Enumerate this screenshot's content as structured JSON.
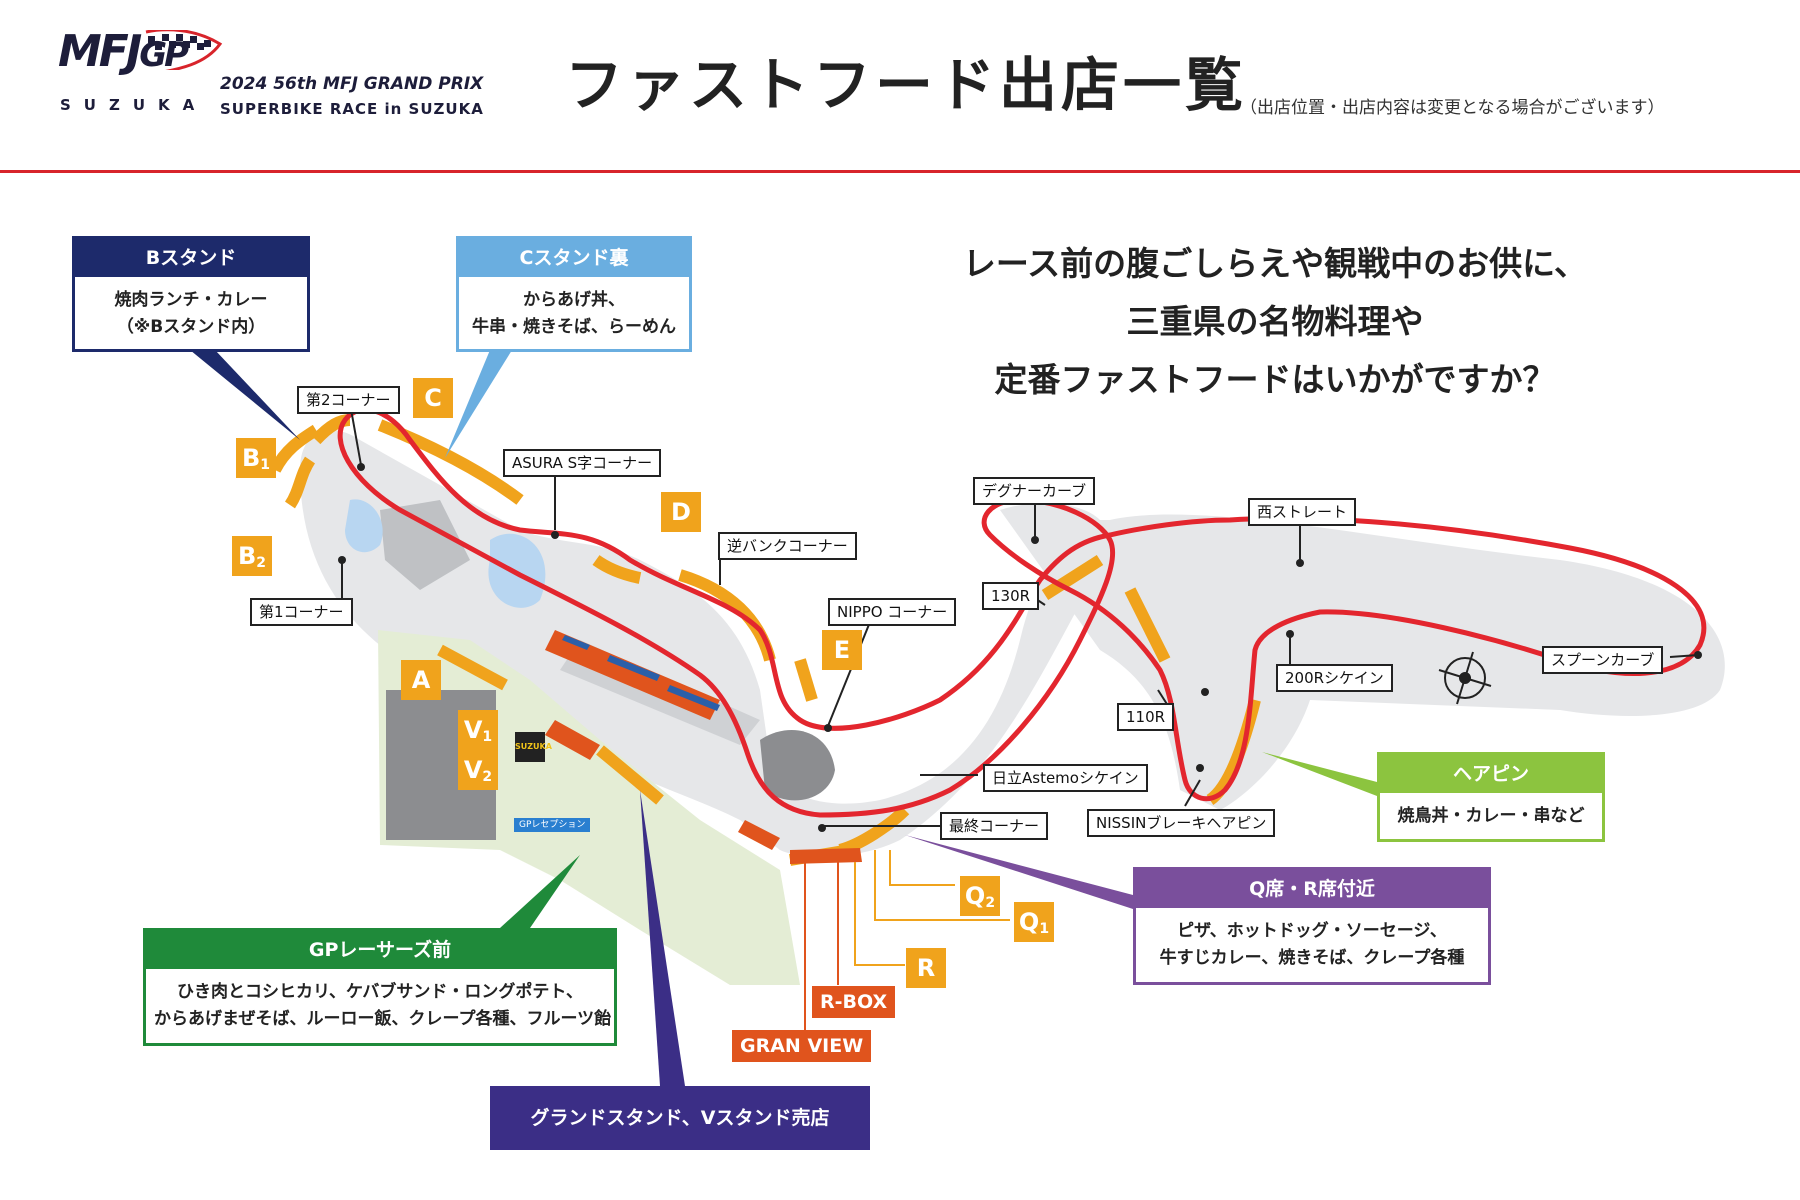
{
  "header": {
    "logo_mark": "MFJ",
    "logo_gp": "GP",
    "logo_sub": "SUZUKA",
    "event_title": "2024 56th MFJ GRAND PRIX",
    "event_subtitle": "SUPERBIKE RACE in SUZUKA",
    "title": "ファストフード出店一覧",
    "note": "（出店位置・出店内容は変更となる場合がございます）"
  },
  "tagline": [
    "レース前の腹ごしらえや観戦中のお供に、",
    "三重県の名物料理や",
    "定番ファストフードはいかがですか？"
  ],
  "boxes": {
    "b_stand": {
      "title": "Bスタンド",
      "lines": [
        "焼肉ランチ・カレー",
        "（※Bスタンド内）"
      ]
    },
    "c_stand": {
      "title": "Cスタンド裏",
      "lines": [
        "からあげ丼、",
        "牛串・焼きそば、らーめん"
      ]
    },
    "hairpin": {
      "title": "ヘアピン",
      "lines": [
        "焼鳥丼・カレー・串など"
      ]
    },
    "q_r": {
      "title": "Q席・R席付近",
      "lines": [
        "ピザ、ホットドッグ・ソーセージ、",
        "牛すじカレー、焼きそば、クレープ各種"
      ]
    },
    "gp_racers": {
      "title": "GPレーサーズ前",
      "lines": [
        "ひき肉とコシヒカリ、ケバブサンド・ロングポテト、",
        "からあげまぜそば、ルーロー飯、クレープ各種、フルーツ飴"
      ]
    },
    "grand": {
      "title": "グランドスタンド、Vスタンド売店"
    }
  },
  "corners": {
    "c2": "第2コーナー",
    "c1": "第1コーナー",
    "asura": "ASURA S字コーナー",
    "gyaku": "逆バンクコーナー",
    "degner": "デグナーカーブ",
    "west": "西ストレート",
    "r130": "130R",
    "nippo": "NIPPO コーナー",
    "r200": "200Rシケイン",
    "spoon": "スプーンカーブ",
    "r110": "110R",
    "hitachi": "日立Astemoシケイン",
    "final": "最終コーナー",
    "nissin": "NISSINブレーキヘアピン"
  },
  "stands": {
    "B": "B",
    "C": "C",
    "D": "D",
    "E": "E",
    "A": "A",
    "V": "V",
    "Q": "Q",
    "R": "R",
    "sub1": "1",
    "sub2": "2",
    "rbox": "R-BOX",
    "granview": "GRAN VIEW",
    "suzuka_badge": "SUZUKA",
    "gp_reception": "GPレセプション"
  },
  "colors": {
    "accent_red": "#d8242b",
    "stand_orange": "#f0a31c",
    "track_red": "#e3262e"
  }
}
